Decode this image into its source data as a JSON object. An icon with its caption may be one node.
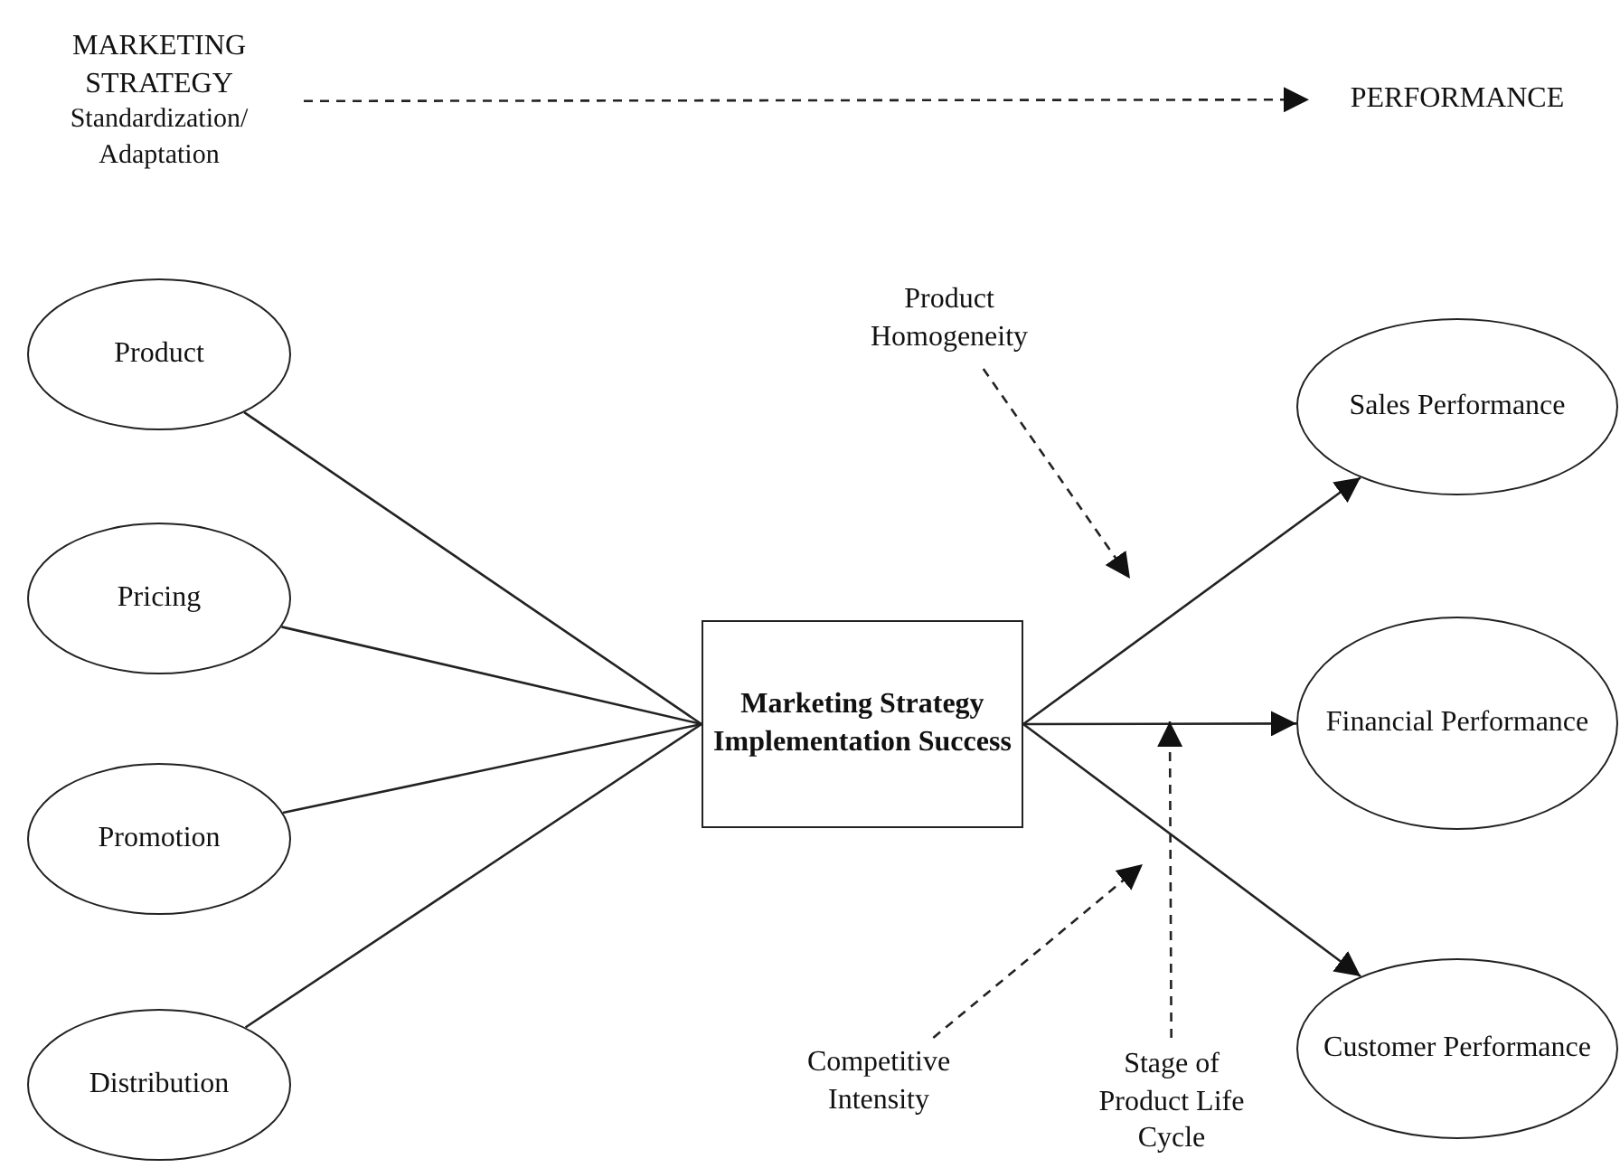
{
  "diagram": {
    "nodes": [
      {
        "text": [
          "MARKETING STRATEGY",
          "Standardization/ Adaptation"
        ]
      },
      {
        "text": [
          "PERFORMANCE"
        ]
      },
      {
        "text": [
          "Product"
        ]
      },
      {
        "text": [
          "Pricing"
        ]
      },
      {
        "text": [
          "Promotion"
        ]
      },
      {
        "text": [
          "Distribution"
        ]
      },
      {
        "text": [
          "Marketing Strategy Implementation Success"
        ]
      },
      {
        "text": [
          "Sales Performance"
        ]
      },
      {
        "text": [
          "Financial Performance"
        ]
      },
      {
        "text": [
          "Customer Performance"
        ]
      },
      {
        "text": [
          "Product Homogeneity"
        ]
      },
      {
        "text": [
          "Competitive Intensity"
        ]
      },
      {
        "text": [
          "Stage of Product Life Cycle"
        ]
      }
    ],
    "edges": [
      {
        "from": 0,
        "to": 1,
        "arrow": "to",
        "style": "dashed"
      },
      {
        "from": 2,
        "to": 6,
        "arrow": "none"
      },
      {
        "from": 3,
        "to": 6,
        "arrow": "none"
      },
      {
        "from": 4,
        "to": 6,
        "arrow": "none"
      },
      {
        "from": 5,
        "to": 6,
        "arrow": "none"
      },
      {
        "from": 6,
        "to": 7,
        "arrow": "to"
      },
      {
        "from": 6,
        "to": 8,
        "arrow": "to"
      },
      {
        "from": 6,
        "to": 9,
        "arrow": "to"
      },
      {
        "from": 10,
        "to": null,
        "arrow": "to",
        "style": "dashed"
      },
      {
        "from": 11,
        "to": null,
        "arrow": "to",
        "style": "dashed"
      },
      {
        "from": 12,
        "to": null,
        "arrow": "to",
        "style": "dashed"
      }
    ]
  }
}
